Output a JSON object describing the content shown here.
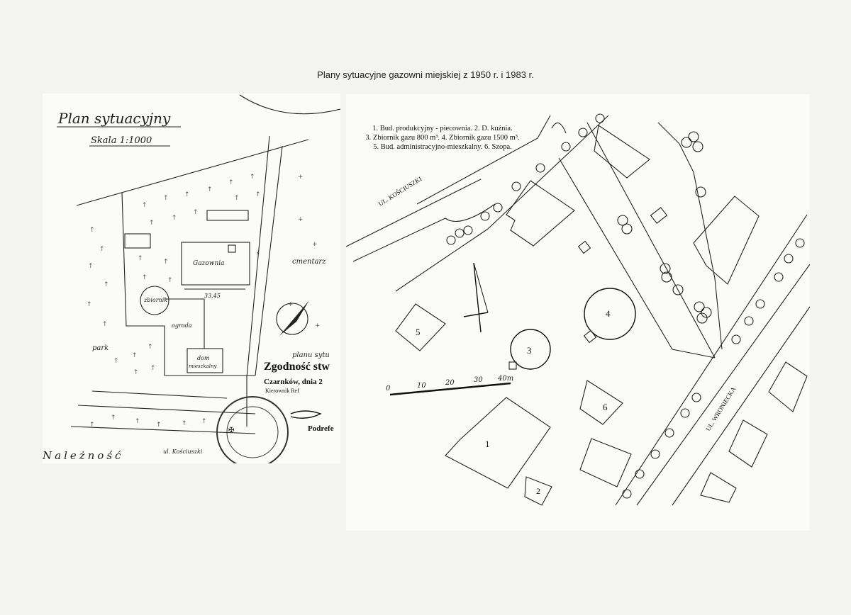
{
  "caption": "Plany sytuacyjne gazowni miejskiej z 1950 r. i 1983 r.",
  "plan1950": {
    "title": "Plan sytuacyjny",
    "scale": "Skala 1:1000",
    "labels": {
      "gazownia": "Gazownia",
      "zbiornik": "zbiornik",
      "dom_line1": "dom",
      "dom_line2": "mieszkalny",
      "ogroda": "ogroda",
      "park": "park",
      "cmentarz": "cmentarz",
      "dim": "33,45",
      "street": "ul. Kościuszki",
      "bottom_text": "Należność"
    },
    "stamp": {
      "header": "planu sytu",
      "line1": "Zgodność stw",
      "line2": "Czarnków, dnia 2",
      "line3": "Kierownik Ref",
      "line4": "Podrefe"
    }
  },
  "plan1983": {
    "legend": [
      "1. Bud. produkcyjny - piecownia. 2. D. kuźnia.",
      "3. Zbiornik gazu 800 m³. 4. Zbiornik gazu 1500 m³.",
      "5. Bud. administracyjno-mieszkalny. 6. Szopa."
    ],
    "street_kosciuszki": "UL. KOŚCIUSZKI",
    "street_wroniecka": "UL. WRONIECKA",
    "buildings": {
      "b1": "1",
      "b2": "2",
      "b3": "3",
      "b4": "4",
      "b5": "5",
      "b6": "6"
    },
    "scale_ticks": [
      "0",
      "10",
      "20",
      "30",
      "40m"
    ]
  }
}
